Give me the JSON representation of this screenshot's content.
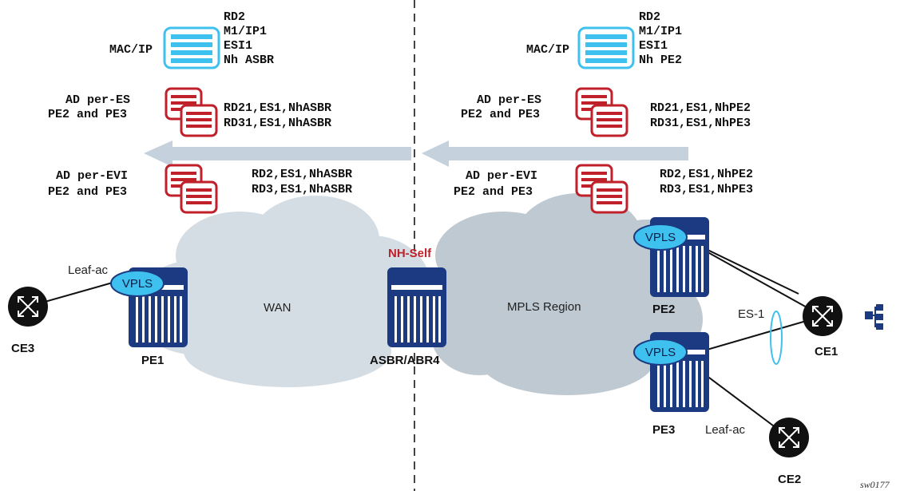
{
  "routes": {
    "left": {
      "mac_ip": {
        "label": "MAC/IP",
        "lines": [
          "RD2",
          "M1/IP1",
          "ESI1",
          "Nh ASBR"
        ]
      },
      "ad_es": {
        "label": [
          "AD per-ES",
          "PE2 and PE3"
        ],
        "lines": [
          "RD21,ES1,NhASBR",
          "RD31,ES1,NhASBR"
        ]
      },
      "ad_evi": {
        "label": [
          "AD per-EVI",
          "PE2 and PE3"
        ],
        "lines": [
          "RD2,ES1,NhASBR",
          "RD3,ES1,NhASBR"
        ]
      }
    },
    "right": {
      "mac_ip": {
        "label": "MAC/IP",
        "lines": [
          "RD2",
          "M1/IP1",
          "ESI1",
          "Nh PE2"
        ]
      },
      "ad_es": {
        "label": [
          "AD per-ES",
          "PE2 and PE3"
        ],
        "lines": [
          "RD21,ES1,NhPE2",
          "RD31,ES1,NhPE3"
        ]
      },
      "ad_evi": {
        "label": [
          "AD per-EVI",
          "PE2 and PE3"
        ],
        "lines": [
          "RD2,ES1,NhPE2",
          "RD3,ES1,NhPE3"
        ]
      }
    }
  },
  "network": {
    "wan_label": "WAN",
    "mpls_label": "MPLS Region",
    "nh_self": "NH-Self",
    "asbr": "ASBR/ABR4",
    "pe1": "PE1",
    "pe2": "PE2",
    "pe3": "PE3",
    "ce1": "CE1",
    "ce2": "CE2",
    "ce3": "CE3",
    "vpls": "VPLS",
    "leaf_ac": "Leaf-ac",
    "es1": "ES-1"
  },
  "figure_id": "sw0177",
  "colors": {
    "cloud": "#d4dde4",
    "mpls_cloud": "#bfc9d1",
    "arrow": "#c5d2dd",
    "router_blue": "#1c3a82",
    "vpls_fill": "#3fc1ef",
    "doc_red": "#c0202a",
    "doc_blue": "#3fc1ef",
    "nh_self": "#c0202a"
  }
}
